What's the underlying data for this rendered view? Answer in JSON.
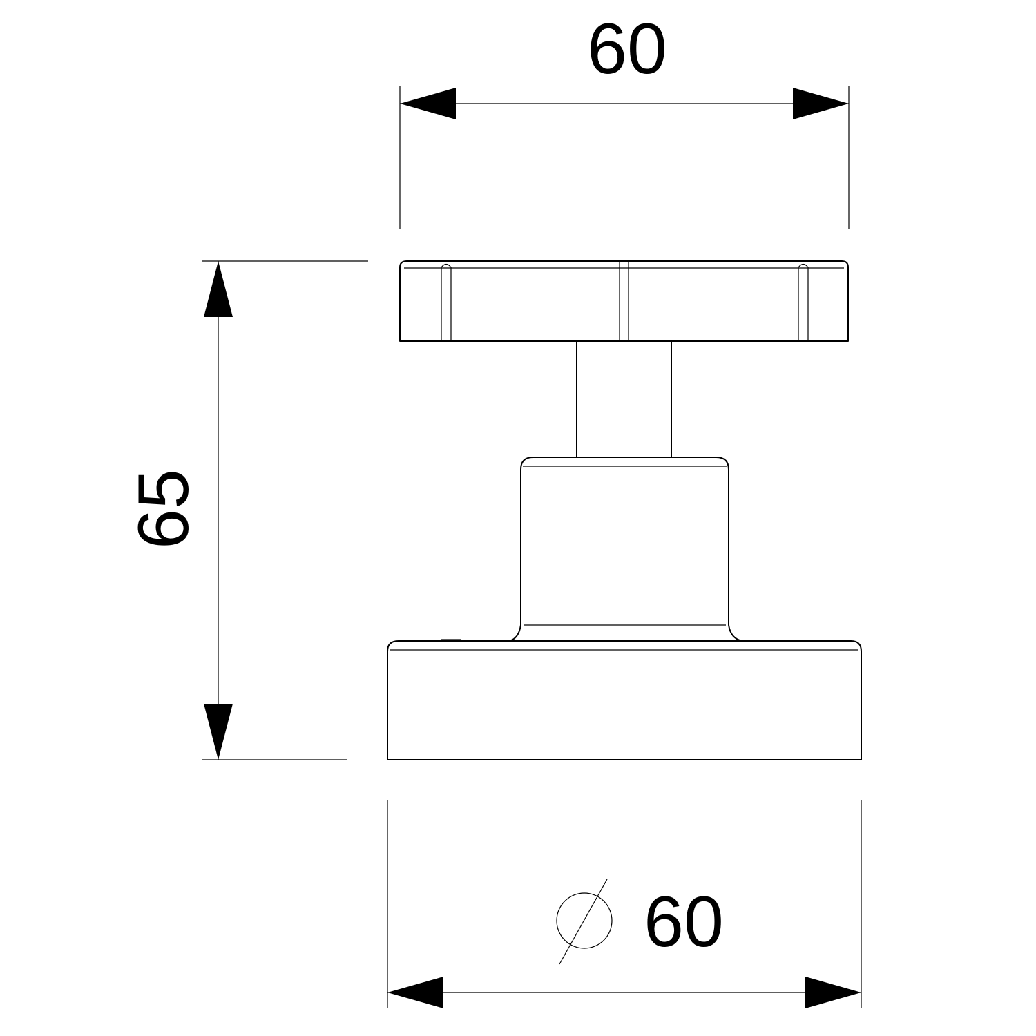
{
  "dimensions": {
    "top_width": "60",
    "height": "65",
    "base_diameter": "60"
  },
  "colors": {
    "line": "#000000",
    "background": "#ffffff"
  }
}
